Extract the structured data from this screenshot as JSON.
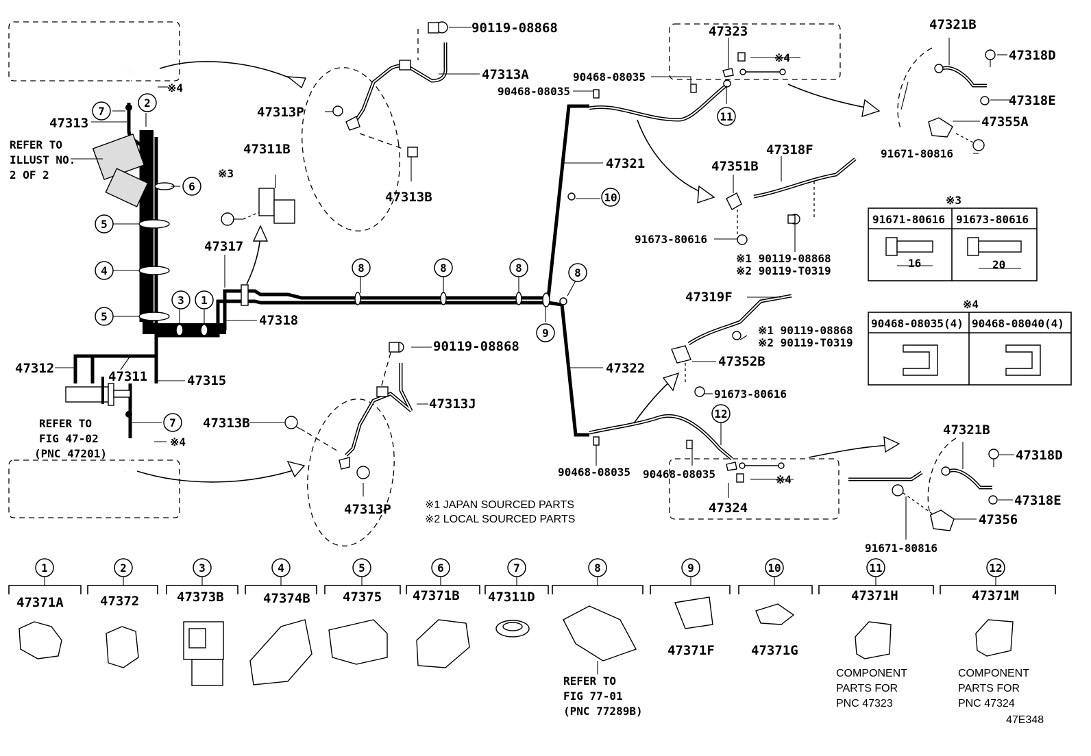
{
  "callouts": {
    "c_90119_08868_top": "90119-08868",
    "c_47313A": "47313A",
    "c_47313P_top": "47313P",
    "c_47313B_top": "47313B",
    "c_47311B": "47311B",
    "c_mark3": "※3",
    "c_47317": "47317",
    "c_47313": "47313",
    "c_refer_illust": [
      "REFER TO",
      "ILLUST NO.",
      "2 OF 2"
    ],
    "c_mark4_a": "※4",
    "c_47318": "47318",
    "c_47312": "47312",
    "c_47311": "47311",
    "c_47315": "47315",
    "c_refer_fig4702": [
      "REFER TO",
      "FIG 47-02",
      "(PNC 47201)"
    ],
    "c_mark4_b": "※4",
    "c_90119_08868_mid": "90119-08868",
    "c_47313J": "47313J",
    "c_47313B_bot": "47313B",
    "c_47313P_bot": "47313P",
    "c_notes": [
      "※1 JAPAN SOURCED PARTS",
      "※2 LOCAL SOURCED PARTS"
    ],
    "c_47323": "47323",
    "c_mark4_c": "※4",
    "c_90468_08035_a": "90468-08035",
    "c_90468_08035_b": "90468-08035",
    "c_47321": "47321",
    "c_47351B": "47351B",
    "c_47318F": "47318F",
    "c_91673_80616_a": "91673-80616",
    "c_m1_a": "※1 90119-08868",
    "c_m2_a": "※2 90119-T0319",
    "c_47319F": "47319F",
    "c_m1_b": "※1 90119-08868",
    "c_m2_b": "※2 90119-T0319",
    "c_47352B": "47352B",
    "c_91673_80616_b": "91673-80616",
    "c_47322": "47322",
    "c_90468_08035_c": "90468-08035",
    "c_90468_08035_d": "90468-08035",
    "c_47324": "47324",
    "c_mark4_d": "※4",
    "c_47321B_top": "47321B",
    "c_47318D_top": "47318D",
    "c_47318E_top": "47318E",
    "c_47355A": "47355A",
    "c_91671_80816_top": "91671-80816",
    "c_47321B_bot": "47321B",
    "c_47318D_bot": "47318D",
    "c_47318E_bot": "47318E",
    "c_47356": "47356",
    "c_91671_80816_bot": "91671-80816"
  },
  "tables": {
    "t3": {
      "mark": "※3",
      "cols": [
        "91671-80616",
        "91673-80616"
      ],
      "dims": [
        "16",
        "20"
      ]
    },
    "t4": {
      "mark": "※4",
      "cols": [
        "90468-08035(4)",
        "90468-08040(4)"
      ]
    }
  },
  "circle_numbers": [
    "1",
    "2",
    "3",
    "4",
    "5",
    "6",
    "7",
    "8",
    "9",
    "10",
    "11",
    "12"
  ],
  "legend": [
    {
      "num": "1",
      "part": "47371A"
    },
    {
      "num": "2",
      "part": "47372"
    },
    {
      "num": "3",
      "part": "47373B"
    },
    {
      "num": "4",
      "part": "47374B"
    },
    {
      "num": "5",
      "part": "47375"
    },
    {
      "num": "6",
      "part": "47371B"
    },
    {
      "num": "7",
      "part": "47311D"
    },
    {
      "num": "8",
      "part": "",
      "note": [
        "REFER TO",
        "FIG 77-01",
        "(PNC 77289B)"
      ]
    },
    {
      "num": "9",
      "part": "47371F"
    },
    {
      "num": "10",
      "part": "47371G"
    },
    {
      "num": "11",
      "part": "47371H",
      "note": [
        "COMPONENT",
        "PARTS FOR",
        "PNC 47323"
      ]
    },
    {
      "num": "12",
      "part": "47371M",
      "note": [
        "COMPONENT",
        "PARTS FOR",
        "PNC 47324"
      ]
    }
  ],
  "figure_id": "47E348"
}
